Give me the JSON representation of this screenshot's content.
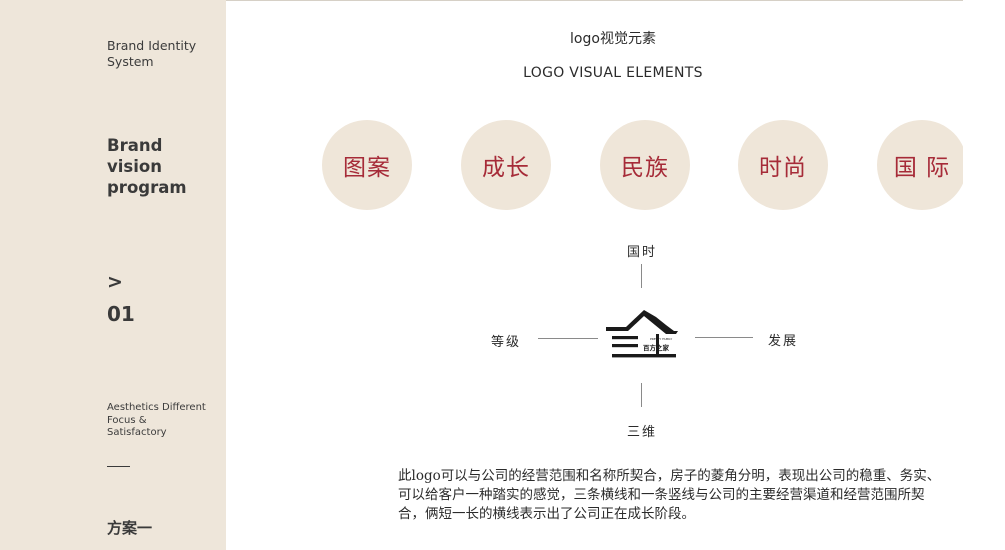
{
  "sidebar": {
    "system_title": "Brand Identity System",
    "program_title": "Brand vision program",
    "arrow": ">",
    "number": "01",
    "tagline": "Aesthetics Different Focus & Satisfactory",
    "plan_label": "方案一"
  },
  "header": {
    "cn_title": "logo视觉元素",
    "en_title": "LOGO VISUAL ELEMENTS"
  },
  "elements": [
    "图案",
    "成长",
    "民族",
    "时尚",
    "国 际"
  ],
  "diagram": {
    "top": "国时",
    "left": "等级",
    "right": "发展",
    "bottom": "三维"
  },
  "logo": {
    "name": "百方之家",
    "small_text": "PRETTY FAMILY"
  },
  "colors": {
    "sidebar_bg": "#eee6da",
    "circle_bg": "#efe6d9",
    "accent_red": "#a62b38"
  },
  "description": "此logo可以与公司的经营范围和名称所契合，房子的菱角分明，表现出公司的稳重、务实、可以给客户一种踏实的感觉，三条横线和一条竖线与公司的主要经营渠道和经营范围所契合，俩短一长的横线表示出了公司正在成长阶段。"
}
